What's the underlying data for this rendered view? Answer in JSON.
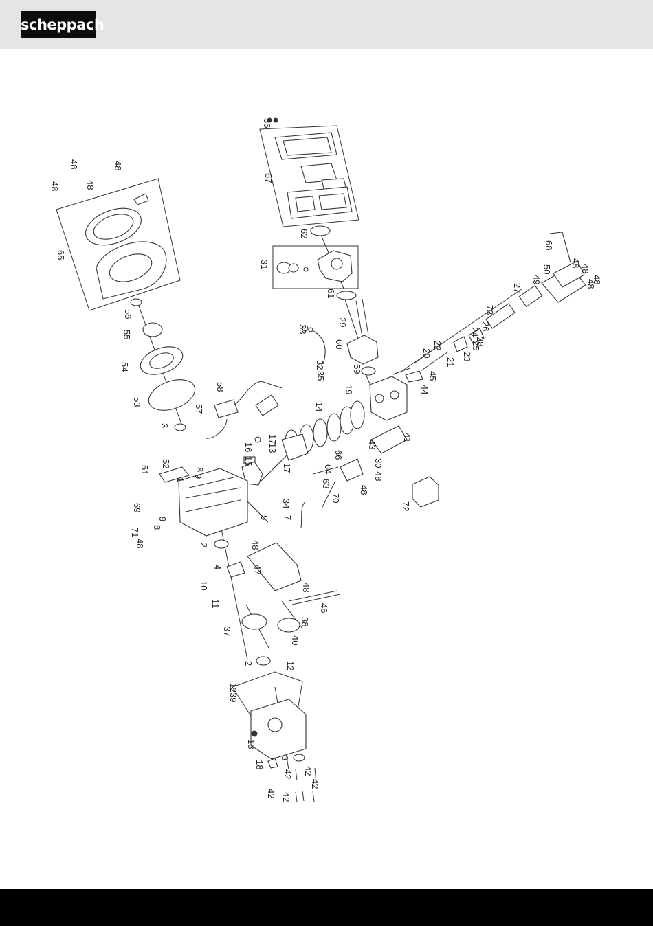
{
  "brand": {
    "name": "scheppach"
  },
  "colors": {
    "header_bg": "#e5e5e5",
    "footer_bg": "#000000",
    "logo_bg": "#0c0c0c",
    "line": "#333333"
  },
  "diagram": {
    "labels": [
      {
        "id": "l36",
        "text": "36"
      },
      {
        "id": "l67",
        "text": "67"
      },
      {
        "id": "l62",
        "text": "62"
      },
      {
        "id": "l31",
        "text": "31"
      },
      {
        "id": "l61",
        "text": "61"
      },
      {
        "id": "l29",
        "text": "29"
      },
      {
        "id": "l33",
        "text": "33"
      },
      {
        "id": "l60",
        "text": "60"
      },
      {
        "id": "l32",
        "text": "32"
      },
      {
        "id": "l35",
        "text": "35"
      },
      {
        "id": "l59",
        "text": "59"
      },
      {
        "id": "l19",
        "text": "19"
      },
      {
        "id": "l14",
        "text": "14"
      },
      {
        "id": "l58",
        "text": "58"
      },
      {
        "id": "l57",
        "text": "57"
      },
      {
        "id": "l65",
        "text": "65"
      },
      {
        "id": "l56",
        "text": "56"
      },
      {
        "id": "l55",
        "text": "55"
      },
      {
        "id": "l54",
        "text": "54"
      },
      {
        "id": "l53",
        "text": "53"
      },
      {
        "id": "l3a",
        "text": "3"
      },
      {
        "id": "l48a",
        "text": "48"
      },
      {
        "id": "l48b",
        "text": "48"
      },
      {
        "id": "l48c",
        "text": "48"
      },
      {
        "id": "l48d",
        "text": "48"
      },
      {
        "id": "l68",
        "text": "68"
      },
      {
        "id": "l50",
        "text": "50"
      },
      {
        "id": "l48e",
        "text": "48"
      },
      {
        "id": "l48f",
        "text": "48"
      },
      {
        "id": "l48g",
        "text": "48"
      },
      {
        "id": "l48h",
        "text": "48"
      },
      {
        "id": "l49",
        "text": "49"
      },
      {
        "id": "l27",
        "text": "27"
      },
      {
        "id": "l73",
        "text": "73"
      },
      {
        "id": "l26",
        "text": "26"
      },
      {
        "id": "l28",
        "text": "28"
      },
      {
        "id": "l24",
        "text": "24"
      },
      {
        "id": "l25",
        "text": "25"
      },
      {
        "id": "l22",
        "text": "22"
      },
      {
        "id": "l23",
        "text": "23"
      },
      {
        "id": "l20",
        "text": "20"
      },
      {
        "id": "l21",
        "text": "21"
      },
      {
        "id": "l45",
        "text": "45"
      },
      {
        "id": "l44",
        "text": "44"
      },
      {
        "id": "l41",
        "text": "41"
      },
      {
        "id": "l43",
        "text": "43"
      },
      {
        "id": "l16",
        "text": "16"
      },
      {
        "id": "l17a",
        "text": "17"
      },
      {
        "id": "l13",
        "text": "13"
      },
      {
        "id": "l17b",
        "text": "17"
      },
      {
        "id": "l15",
        "text": "15"
      },
      {
        "id": "l66",
        "text": "66"
      },
      {
        "id": "l64",
        "text": "64"
      },
      {
        "id": "l63",
        "text": "63"
      },
      {
        "id": "l30",
        "text": "30"
      },
      {
        "id": "l48i",
        "text": "48"
      },
      {
        "id": "l48j",
        "text": "48"
      },
      {
        "id": "l70",
        "text": "70"
      },
      {
        "id": "l72",
        "text": "72"
      },
      {
        "id": "l52",
        "text": "52"
      },
      {
        "id": "l51",
        "text": "51"
      },
      {
        "id": "l8a",
        "text": "8"
      },
      {
        "id": "l9a",
        "text": "9"
      },
      {
        "id": "l1",
        "text": "1"
      },
      {
        "id": "l34",
        "text": "34"
      },
      {
        "id": "l69",
        "text": "69"
      },
      {
        "id": "l9b",
        "text": "9"
      },
      {
        "id": "l8b",
        "text": "8"
      },
      {
        "id": "l71",
        "text": "71"
      },
      {
        "id": "l48k",
        "text": "48"
      },
      {
        "id": "l5",
        "text": "5"
      },
      {
        "id": "l7",
        "text": "7"
      },
      {
        "id": "l2a",
        "text": "2"
      },
      {
        "id": "l48l",
        "text": "48"
      },
      {
        "id": "l47",
        "text": "47"
      },
      {
        "id": "l4",
        "text": "4"
      },
      {
        "id": "l10",
        "text": "10"
      },
      {
        "id": "l11",
        "text": "11"
      },
      {
        "id": "l48m",
        "text": "48"
      },
      {
        "id": "l46",
        "text": "46"
      },
      {
        "id": "l38",
        "text": "38"
      },
      {
        "id": "l37",
        "text": "37"
      },
      {
        "id": "l40",
        "text": "40"
      },
      {
        "id": "l2b",
        "text": "2"
      },
      {
        "id": "l12a",
        "text": "12"
      },
      {
        "id": "l12b",
        "text": "12"
      },
      {
        "id": "l39",
        "text": "39"
      },
      {
        "id": "l18a",
        "text": "18"
      },
      {
        "id": "l3b",
        "text": "3"
      },
      {
        "id": "l18b",
        "text": "18"
      },
      {
        "id": "l42a",
        "text": "42"
      },
      {
        "id": "l42b",
        "text": "42"
      },
      {
        "id": "l42c",
        "text": "42"
      },
      {
        "id": "l42d",
        "text": "42"
      },
      {
        "id": "l42e",
        "text": "42"
      }
    ]
  }
}
